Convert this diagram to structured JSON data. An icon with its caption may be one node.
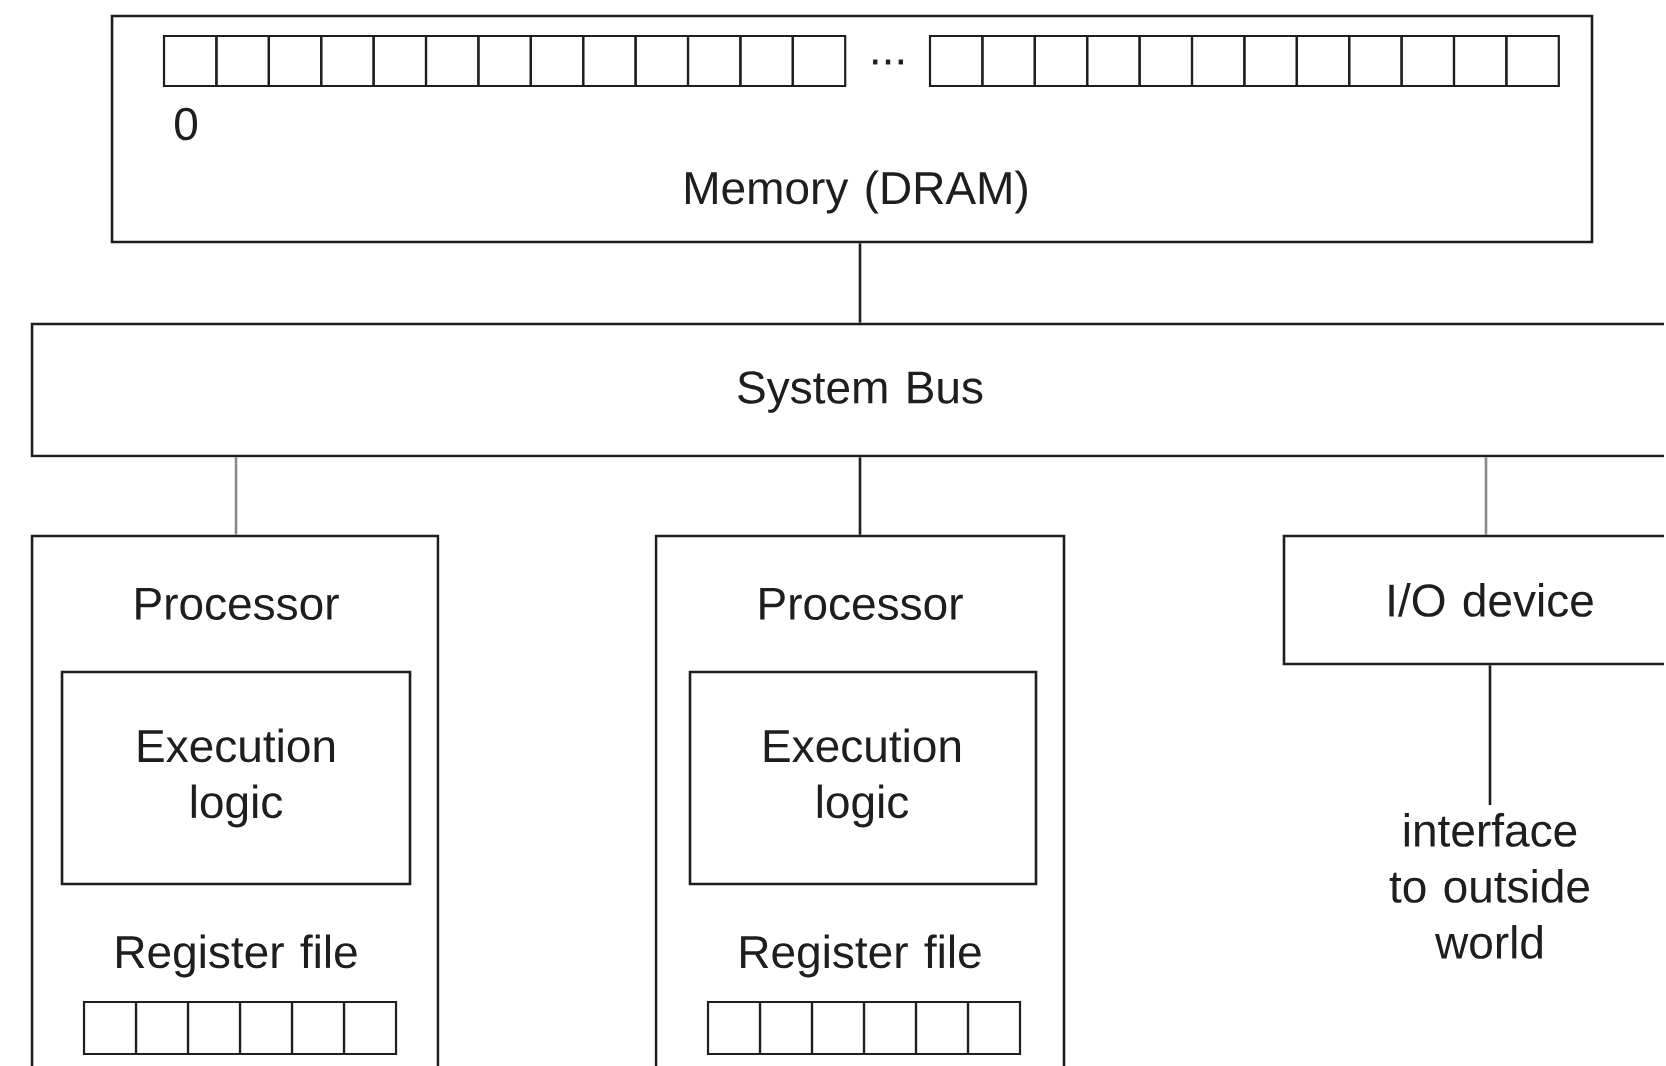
{
  "diagram": {
    "nodes": [
      {
        "text": [
          "Memory (DRAM)"
        ]
      },
      {
        "text": [
          "System Bus"
        ]
      },
      {
        "text": [
          "Processor",
          "Register file"
        ]
      },
      {
        "text": [
          "Execution logic"
        ],
        "in": 2
      },
      {
        "text": [
          "Processor",
          "Register file"
        ]
      },
      {
        "text": [
          "Execution logic"
        ],
        "in": 4
      },
      {
        "text": [
          "I/O device"
        ]
      },
      {
        "text": [
          "interface to outside world"
        ]
      }
    ],
    "edges": [
      {
        "from": 0,
        "to": 1,
        "arrow": "none"
      },
      {
        "from": 1,
        "to": 2,
        "arrow": "none",
        "color": "#888888"
      },
      {
        "from": 1,
        "to": 4,
        "arrow": "none"
      },
      {
        "from": 1,
        "to": 6,
        "arrow": "none",
        "color": "#888888"
      },
      {
        "from": 6,
        "to": 7,
        "arrow": "none"
      }
    ],
    "labels": [
      "0",
      "..."
    ]
  }
}
